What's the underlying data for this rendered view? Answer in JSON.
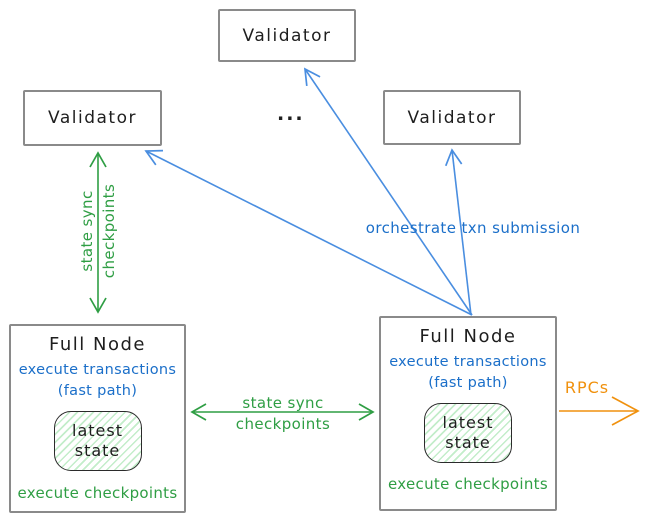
{
  "colors": {
    "green": "#2f9e44",
    "blue_text": "#1b6fc9",
    "blue_arrow": "#4a8ee0",
    "orange": "#f0910e",
    "border_gray": "#8a8a8a",
    "state_border": "#2b2b2b",
    "state_fill_line": "#c3edca",
    "text_black": "#1e1e1e"
  },
  "nodes": {
    "validator_top": "Validator",
    "validator_left": "Validator",
    "validator_right": "Validator",
    "ellipsis": "...",
    "fullnode_left": {
      "title": "Full Node",
      "exec_tx": "execute transactions",
      "fast_path": "(fast path)",
      "state_line1": "latest",
      "state_line2": "state",
      "exec_cp": "execute checkpoints"
    },
    "fullnode_right": {
      "title": "Full Node",
      "exec_tx": "execute transactions",
      "fast_path": "(fast path)",
      "state_line1": "latest",
      "state_line2": "state",
      "exec_cp": "execute checkpoints"
    }
  },
  "edges": {
    "left_sync": {
      "line1": "state sync",
      "line2": "checkpoints"
    },
    "mid_sync": {
      "line1": "state sync",
      "line2": "checkpoints"
    },
    "orchestrate": "orchestrate txn submission",
    "rpcs": "RPCs"
  }
}
